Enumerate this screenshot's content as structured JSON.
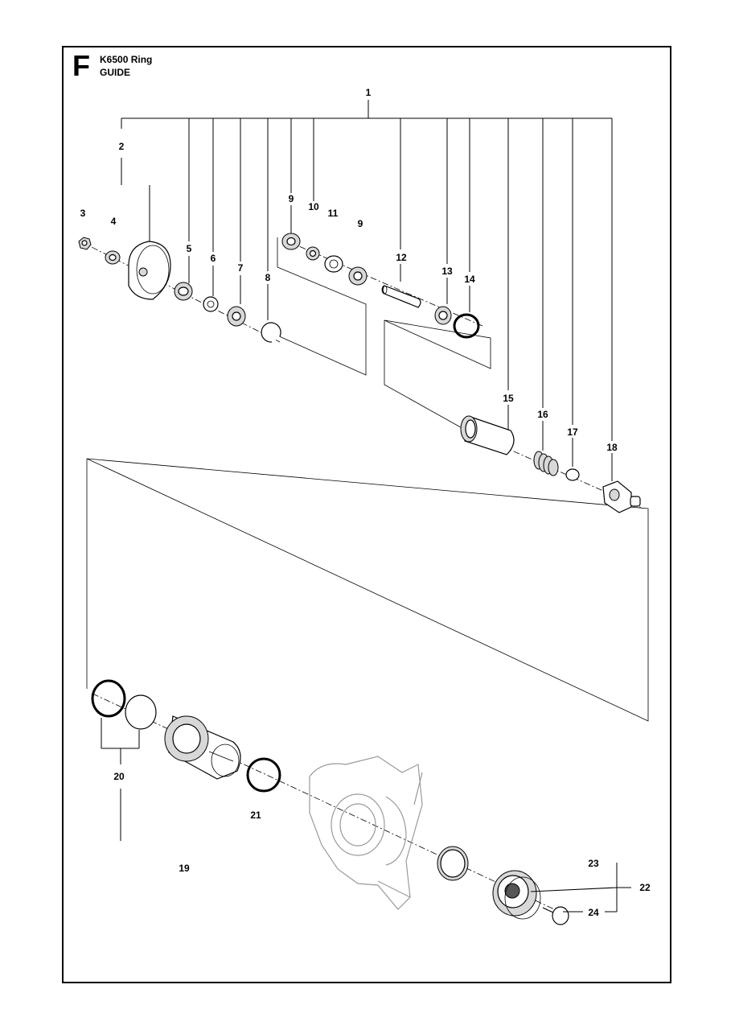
{
  "header": {
    "section_letter": "F",
    "model": "K6500 Ring",
    "section_name": "GUIDE"
  },
  "callouts": {
    "c1": "1",
    "c2": "2",
    "c3": "3",
    "c4": "4",
    "c5": "5",
    "c6": "6",
    "c7": "7",
    "c8": "8",
    "c9a": "9",
    "c9b": "9",
    "c10": "10",
    "c11": "11",
    "c12": "12",
    "c13": "13",
    "c14": "14",
    "c15": "15",
    "c16": "16",
    "c17": "17",
    "c18": "18",
    "c19": "19",
    "c20": "20",
    "c21": "21",
    "c22": "22",
    "c23": "23",
    "c24": "24"
  },
  "parts": [
    {
      "id": "nut",
      "icon": "nut-icon"
    },
    {
      "id": "washer",
      "icon": "washer-icon"
    },
    {
      "id": "guide-roller-cover",
      "icon": "cover-icon"
    },
    {
      "id": "bearing",
      "icon": "bearing-icon"
    },
    {
      "id": "spacer",
      "icon": "spacer-icon"
    },
    {
      "id": "sleeve",
      "icon": "sleeve-icon"
    },
    {
      "id": "retaining-ring",
      "icon": "retaining-ring-icon"
    },
    {
      "id": "shaft",
      "icon": "shaft-icon"
    },
    {
      "id": "o-ring",
      "icon": "o-ring-icon"
    },
    {
      "id": "guide-tube",
      "icon": "tube-icon"
    },
    {
      "id": "spring",
      "icon": "spring-icon"
    },
    {
      "id": "plug",
      "icon": "plug-icon"
    },
    {
      "id": "adjuster-screw",
      "icon": "screw-icon"
    },
    {
      "id": "piston-seals",
      "icon": "seal-icon"
    },
    {
      "id": "piston",
      "icon": "piston-icon"
    },
    {
      "id": "cap",
      "icon": "cap-icon"
    },
    {
      "id": "bolt",
      "icon": "bolt-icon"
    }
  ]
}
